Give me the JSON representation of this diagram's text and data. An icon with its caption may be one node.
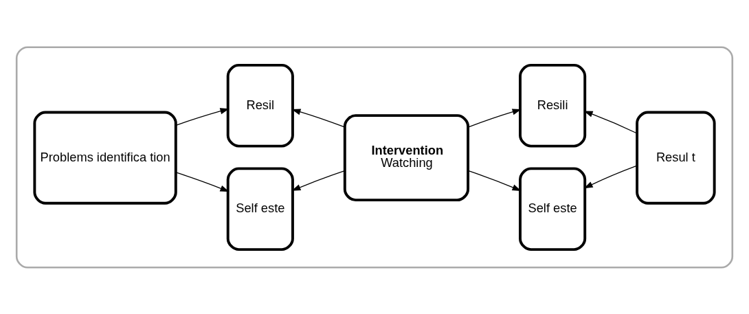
{
  "diagram": {
    "nodes": [
      {
        "text": [],
        "shape": "box"
      },
      {
        "text": [
          "Problems identifica tion"
        ],
        "in": 0
      },
      {
        "text": [
          "Self este"
        ],
        "in": 0
      },
      {
        "text": [
          "Resil"
        ],
        "in": 0
      },
      {
        "text": [
          "Intervention",
          "Watching"
        ],
        "in": 0
      },
      {
        "text": [
          "Self este"
        ],
        "in": 0
      },
      {
        "text": [
          "Resili"
        ],
        "in": 0
      },
      {
        "text": [
          "Resul t"
        ],
        "in": 0
      }
    ],
    "edges": [
      {
        "from": 1,
        "to": 2,
        "arrow": "to"
      },
      {
        "from": 1,
        "to": 3,
        "arrow": "to"
      },
      {
        "from": 4,
        "to": 2,
        "arrow": "to"
      },
      {
        "from": 4,
        "to": 3,
        "arrow": "to"
      },
      {
        "from": 4,
        "to": 5,
        "arrow": "to"
      },
      {
        "from": 4,
        "to": 6,
        "arrow": "to"
      },
      {
        "from": 7,
        "to": 5,
        "arrow": "to"
      },
      {
        "from": 7,
        "to": 6,
        "arrow": "to"
      }
    ]
  }
}
